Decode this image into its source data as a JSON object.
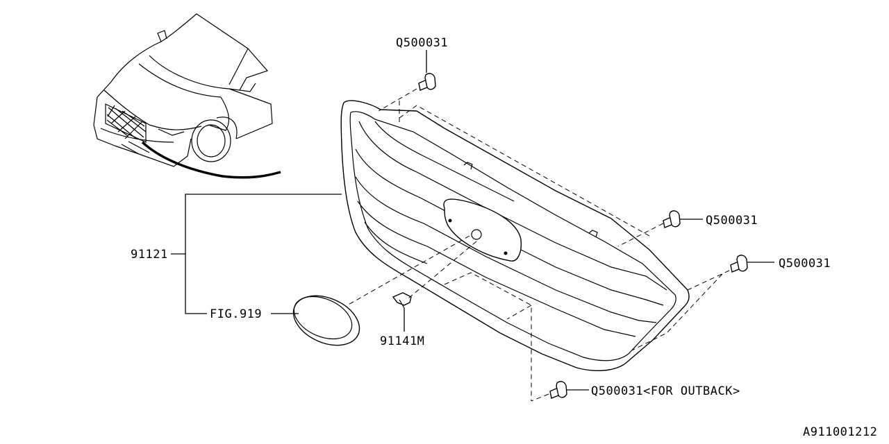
{
  "labels": {
    "bolt_top": "Q500031",
    "bolt_right_upper": "Q500031",
    "bolt_right_lower": "Q500031",
    "bolt_bottom": "Q500031<FOR OUTBACK>",
    "grille": "91121",
    "emblem_ref": "FIG.919",
    "clip": "91141M",
    "drawing_number": "A911001212"
  }
}
